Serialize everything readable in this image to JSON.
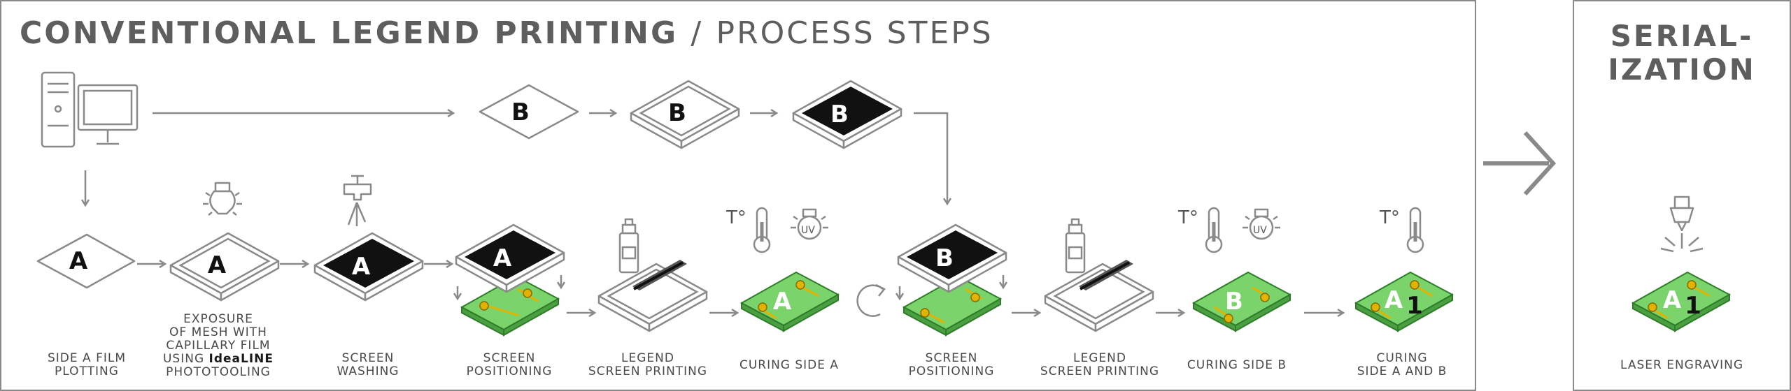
{
  "header": {
    "title_main": "CONVENTIONAL LEGEND PRINTING",
    "title_separator": "/",
    "title_sub": "PROCESS STEPS"
  },
  "serialization": {
    "title_line1": "SERIAL-",
    "title_line2": "IZATION",
    "step_label": "LASER ENGRAVING",
    "pcb_letter": "A",
    "pcb_number": "1"
  },
  "side_markers": {
    "a": "A",
    "b": "B"
  },
  "temp_symbol": "T°",
  "uv_symbol": "UV",
  "steps": [
    {
      "id": "plotting",
      "label_lines": [
        "SIDE A FILM",
        "PLOTTING"
      ]
    },
    {
      "id": "exposure",
      "label_lines": [
        "EXPOSURE",
        "OF MESH WITH",
        "CAPILLARY FILM"
      ],
      "label_last_prefix": "USING ",
      "label_last_bold": "IdeaLINE",
      "label_last_line": "PHOTOTOOLING"
    },
    {
      "id": "washing",
      "label_lines": [
        "SCREEN",
        "WASHING"
      ]
    },
    {
      "id": "positioning-a",
      "label_lines": [
        "SCREEN",
        "POSITIONING"
      ]
    },
    {
      "id": "printing-a",
      "label_lines": [
        "LEGEND",
        "SCREEN PRINTING"
      ]
    },
    {
      "id": "curing-a",
      "label_lines": [
        "CURING SIDE A"
      ]
    },
    {
      "id": "positioning-b",
      "label_lines": [
        "SCREEN",
        "POSITIONING"
      ]
    },
    {
      "id": "printing-b",
      "label_lines": [
        "LEGEND",
        "SCREEN PRINTING"
      ]
    },
    {
      "id": "curing-b",
      "label_lines": [
        "CURING SIDE B"
      ]
    },
    {
      "id": "curing-ab",
      "label_lines": [
        "CURING",
        "SIDE A AND B"
      ],
      "pcb_number": "1"
    }
  ],
  "colors": {
    "outline": "#8a8a8a",
    "pcb_green": "#7bd36b",
    "pcb_dark": "#2f7d2a",
    "trace_yellow": "#e2b400",
    "ink_black": "#111111"
  }
}
